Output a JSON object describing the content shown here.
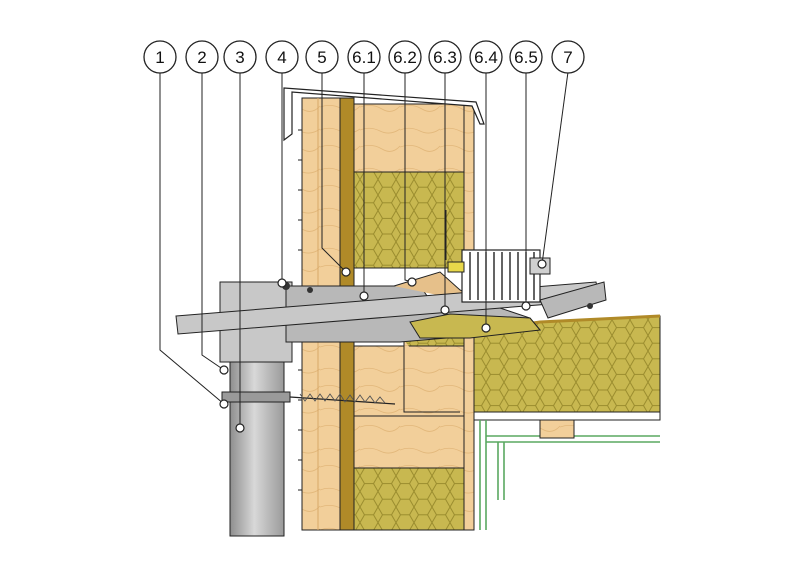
{
  "callouts": [
    {
      "id": "c1",
      "label": "1"
    },
    {
      "id": "c2",
      "label": "2"
    },
    {
      "id": "c3",
      "label": "3"
    },
    {
      "id": "c4",
      "label": "4"
    },
    {
      "id": "c5",
      "label": "5"
    },
    {
      "id": "c61",
      "label": "6.1"
    },
    {
      "id": "c62",
      "label": "6.2"
    },
    {
      "id": "c63",
      "label": "6.3"
    },
    {
      "id": "c64",
      "label": "6.4"
    },
    {
      "id": "c65",
      "label": "6.5"
    },
    {
      "id": "c7",
      "label": "7"
    }
  ],
  "colors": {
    "timber": "#f2cf9a",
    "timber_dark": "#d8a868",
    "insulation": "#c8b850",
    "insulation_line": "#9a8c2e",
    "membrane": "#b08a28",
    "metal": "#b8b8b8",
    "metal_dark": "#8e8e8e",
    "frame_green": "#5aa860",
    "outline": "#222222"
  }
}
